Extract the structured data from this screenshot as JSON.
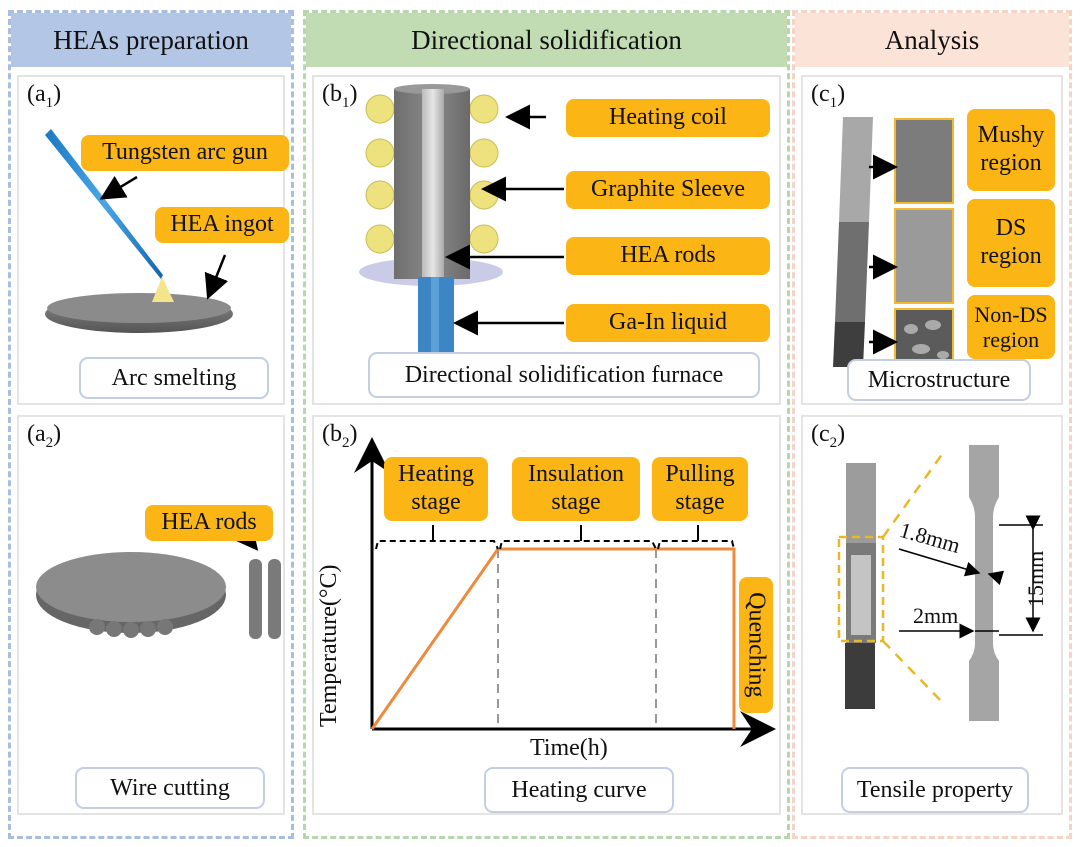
{
  "columns": {
    "a": {
      "title": "HEAs preparation",
      "color": "#b4c6e6"
    },
    "b": {
      "title": "Directional solidification",
      "color": "#c1dcb3"
    },
    "c": {
      "title": "Analysis",
      "color": "#fbe3d7"
    }
  },
  "panels": {
    "a1": {
      "label": "a",
      "sub": "1",
      "caption": "Arc smelting",
      "tags": [
        "Tungsten arc gun",
        "HEA ingot"
      ]
    },
    "a2": {
      "label": "a",
      "sub": "2",
      "caption": "Wire cutting",
      "tags": [
        "HEA rods"
      ]
    },
    "b1": {
      "label": "b",
      "sub": "1",
      "caption": "Directional solidification furnace",
      "tags": [
        "Heating coil",
        "Graphite Sleeve",
        "HEA rods",
        "Ga-In liquid"
      ]
    },
    "b2": {
      "label": "b",
      "sub": "2",
      "caption": "Heating curve",
      "tags": [
        "Heating stage",
        "Insulation stage",
        "Pulling stage",
        "Quenching"
      ],
      "xlabel": "Time(h)",
      "ylabel": "Temperature(°C)"
    },
    "c1": {
      "label": "c",
      "sub": "1",
      "caption": "Microstructure",
      "tags": [
        "Mushy region",
        "DS region",
        "Non-DS region"
      ]
    },
    "c2": {
      "label": "c",
      "sub": "2",
      "caption": "Tensile property",
      "dims": [
        "1.8mm",
        "2mm",
        "15mm"
      ]
    }
  },
  "accent": "#fbb515",
  "curve_color": "#ee8a3c"
}
